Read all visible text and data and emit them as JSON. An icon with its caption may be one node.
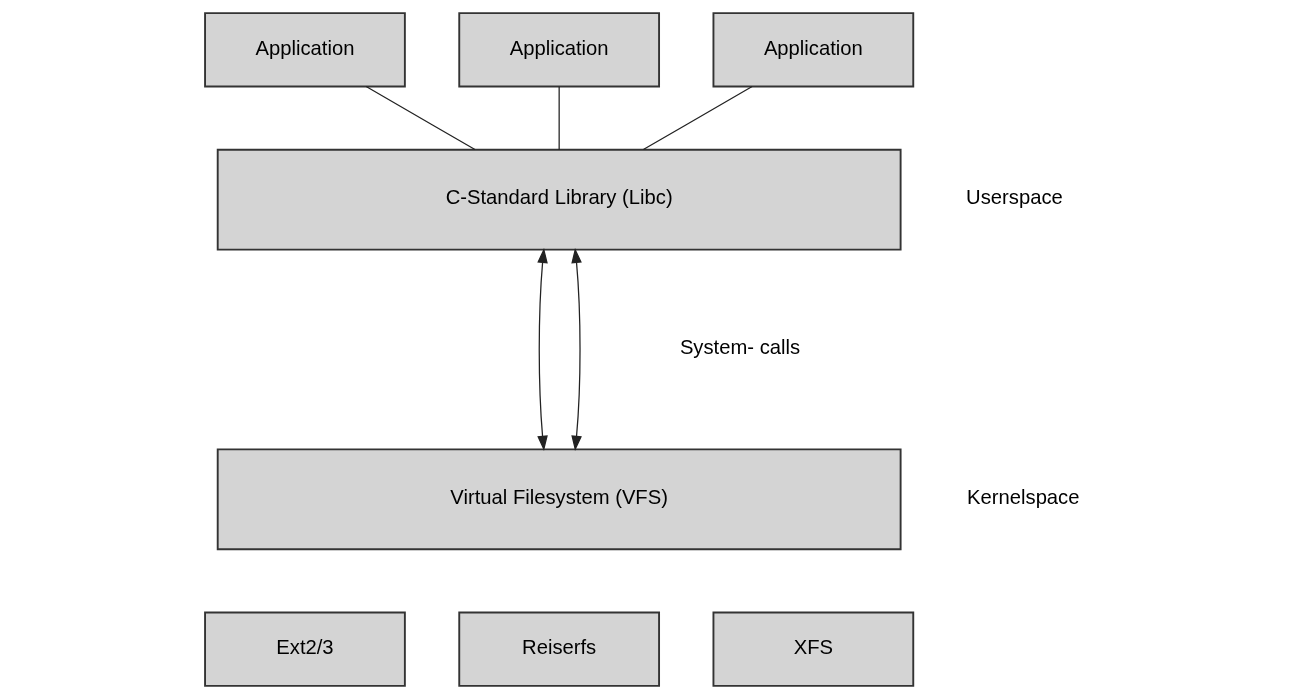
{
  "diagram": {
    "nodes": [
      {
        "text": [
          "Application"
        ]
      },
      {
        "text": [
          "Application"
        ]
      },
      {
        "text": [
          "Application"
        ]
      },
      {
        "text": [
          "C-Standard Library (Libc)"
        ]
      },
      {
        "text": [
          "Virtual Filesystem (VFS)"
        ]
      },
      {
        "text": [
          "Ext2/3"
        ]
      },
      {
        "text": [
          "Reiserfs"
        ]
      },
      {
        "text": [
          "XFS"
        ]
      }
    ],
    "edges": [
      {
        "from": 0,
        "to": 3,
        "arrow": "none"
      },
      {
        "from": 1,
        "to": 3,
        "arrow": "none"
      },
      {
        "from": 2,
        "to": 3,
        "arrow": "none"
      },
      {
        "from": 3,
        "to": 4,
        "arrow": "both"
      },
      {
        "from": 3,
        "to": 4,
        "arrow": "both"
      }
    ],
    "labels": [
      "Userspace",
      "System- calls",
      "Kernelspace"
    ]
  }
}
